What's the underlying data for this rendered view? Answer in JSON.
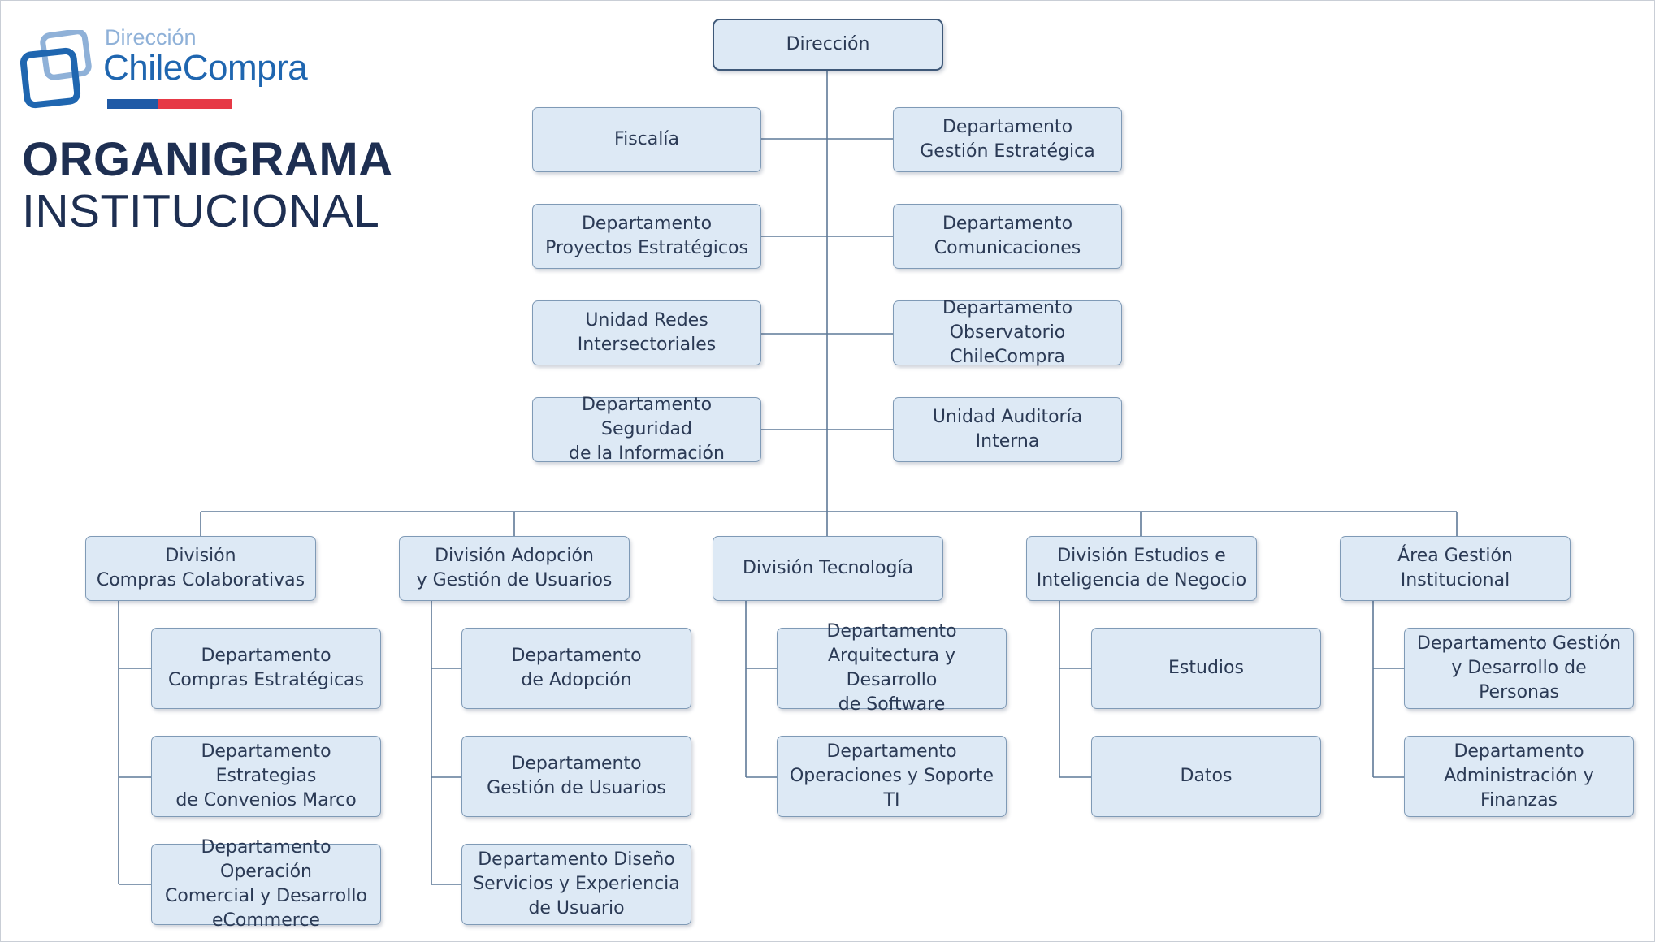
{
  "logo": {
    "top_text": "Dirección",
    "main_text": "ChileCompra",
    "colors": {
      "light_blue": "#8fb1d8",
      "blue": "#1f66b0",
      "bar_blue": "#1f5aa6",
      "bar_red": "#e63946"
    }
  },
  "heading": {
    "line1": "ORGANIGRAMA",
    "line2": "INSTITUCIONAL"
  },
  "org": {
    "root": "Dirección",
    "staff_left": [
      "Fiscalía",
      "Departamento\nProyectos Estratégicos",
      "Unidad Redes\nIntersectoriales",
      "Departamento Seguridad\nde la Información"
    ],
    "staff_right": [
      "Departamento\nGestión Estratégica",
      "Departamento\nComunicaciones",
      "Departamento\nObservatorio ChileCompra",
      "Unidad Auditoría Interna"
    ],
    "divisions": [
      {
        "name": "División\nCompras Colaborativas",
        "children": [
          "Departamento\nCompras Estratégicas",
          "Departamento Estrategias\nde Convenios Marco",
          "Departamento Operación\nComercial y Desarrollo\neCommerce"
        ]
      },
      {
        "name": "División Adopción\ny Gestión de Usuarios",
        "children": [
          "Departamento\nde Adopción",
          "Departamento\nGestión de Usuarios",
          "Departamento Diseño\nServicios y Experiencia\nde Usuario"
        ]
      },
      {
        "name": "División Tecnología",
        "children": [
          "Departamento\nArquitectura y Desarrollo\nde Software",
          "Departamento\nOperaciones y Soporte TI"
        ]
      },
      {
        "name": "División Estudios e\nInteligencia de Negocio",
        "children": [
          "Estudios",
          "Datos"
        ]
      },
      {
        "name": "Área Gestión Institucional",
        "children": [
          "Departamento Gestión\ny Desarrollo de Personas",
          "Departamento\nAdministración y Finanzas"
        ]
      }
    ],
    "colors": {
      "box_fill": "#dde9f5",
      "box_border": "#7f9ab6",
      "line": "#5f7a98",
      "text": "#2b3a55"
    }
  }
}
